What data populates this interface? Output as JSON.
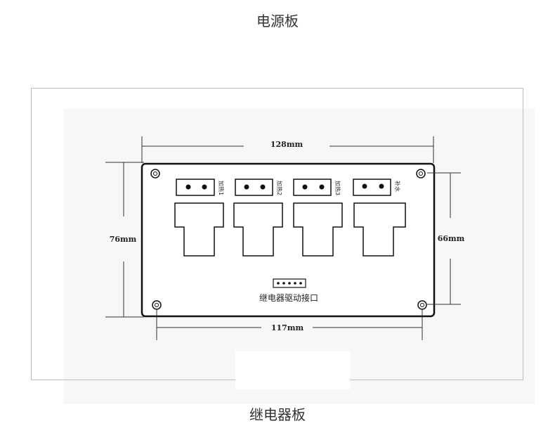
{
  "titles": {
    "top": "电源板",
    "bottom": "继电器板"
  },
  "dimensions": {
    "top_width": "128mm",
    "left_height": "76mm",
    "right_height": "66mm",
    "bottom_width": "117mm"
  },
  "board": {
    "relay_labels": [
      "加热1",
      "加热2",
      "加热3",
      "补水"
    ],
    "driver_interface_label": "继电器驱动接口"
  }
}
